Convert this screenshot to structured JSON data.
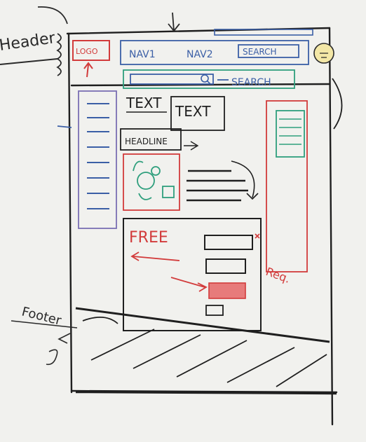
{
  "labels": {
    "header": "Header",
    "footer": "Footer",
    "logo": "LOGO",
    "nav1": "NAV1",
    "nav2": "NAV2",
    "search_button": "SEARCH",
    "search": "SEARCH",
    "text1": "TEXT",
    "text2": "TEXT",
    "headline": "HEADLINE",
    "free": "FREE",
    "req": "Req."
  },
  "colors": {
    "board": "#f1f1ee",
    "ink_black": "#1f1f1f",
    "ink_blue": "#3b5fa6",
    "ink_red": "#d23b3b",
    "ink_green": "#2f9f7d",
    "ink_purple": "#7a6fb3",
    "ink_yellow": "#e5c64b"
  },
  "icons": {
    "search_icon": "magnifier",
    "bulb_icon": "lightbulb"
  }
}
